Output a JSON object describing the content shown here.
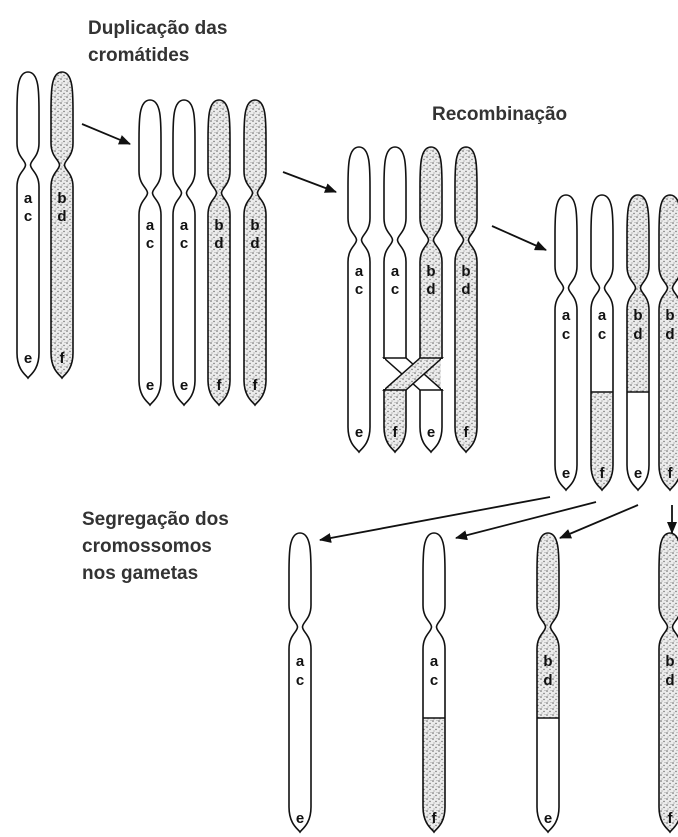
{
  "titles": {
    "duplication": [
      "Duplicação das",
      "cromátides"
    ],
    "recombination": "Recombinação",
    "segregation": [
      "Segregação dos",
      "cromossomos",
      "nos gametas"
    ]
  },
  "colors": {
    "outline": "#111111",
    "light_fill": "#ffffff",
    "dark_fill_stipple": "#e4e4e4"
  },
  "stages": [
    {
      "id": "initial",
      "chromosomes": [
        {
          "pattern": "light",
          "genes": [
            "a",
            "c",
            "e"
          ]
        },
        {
          "pattern": "dark",
          "genes": [
            "b",
            "d",
            "f"
          ]
        }
      ]
    },
    {
      "id": "duplicated",
      "chromosomes": [
        {
          "pattern": "light",
          "genes": [
            "a",
            "c",
            "e"
          ]
        },
        {
          "pattern": "light",
          "genes": [
            "a",
            "c",
            "e"
          ]
        },
        {
          "pattern": "dark",
          "genes": [
            "b",
            "d",
            "f"
          ]
        },
        {
          "pattern": "dark",
          "genes": [
            "b",
            "d",
            "f"
          ]
        }
      ]
    },
    {
      "id": "crossing-over",
      "chromosomes": [
        {
          "pattern": "light",
          "genes": [
            "a",
            "c",
            "e"
          ]
        },
        {
          "pattern": "light-to-dark",
          "genes": [
            "a",
            "c",
            "f"
          ]
        },
        {
          "pattern": "dark-to-light",
          "genes": [
            "b",
            "d",
            "e"
          ]
        },
        {
          "pattern": "dark",
          "genes": [
            "b",
            "d",
            "f"
          ]
        }
      ]
    },
    {
      "id": "recombined",
      "chromosomes": [
        {
          "pattern": "light",
          "genes": [
            "a",
            "c",
            "e"
          ]
        },
        {
          "pattern": "light-to-dark",
          "genes": [
            "a",
            "c",
            "f"
          ]
        },
        {
          "pattern": "dark-to-light",
          "genes": [
            "b",
            "d",
            "e"
          ]
        },
        {
          "pattern": "dark",
          "genes": [
            "b",
            "d",
            "f"
          ]
        }
      ]
    },
    {
      "id": "gametes",
      "chromosomes": [
        {
          "pattern": "light",
          "genes": [
            "a",
            "c",
            "e"
          ]
        },
        {
          "pattern": "light-to-dark",
          "genes": [
            "a",
            "c",
            "f"
          ]
        },
        {
          "pattern": "dark-to-light",
          "genes": [
            "b",
            "d",
            "e"
          ]
        },
        {
          "pattern": "dark",
          "genes": [
            "b",
            "d",
            "f"
          ]
        }
      ]
    }
  ]
}
